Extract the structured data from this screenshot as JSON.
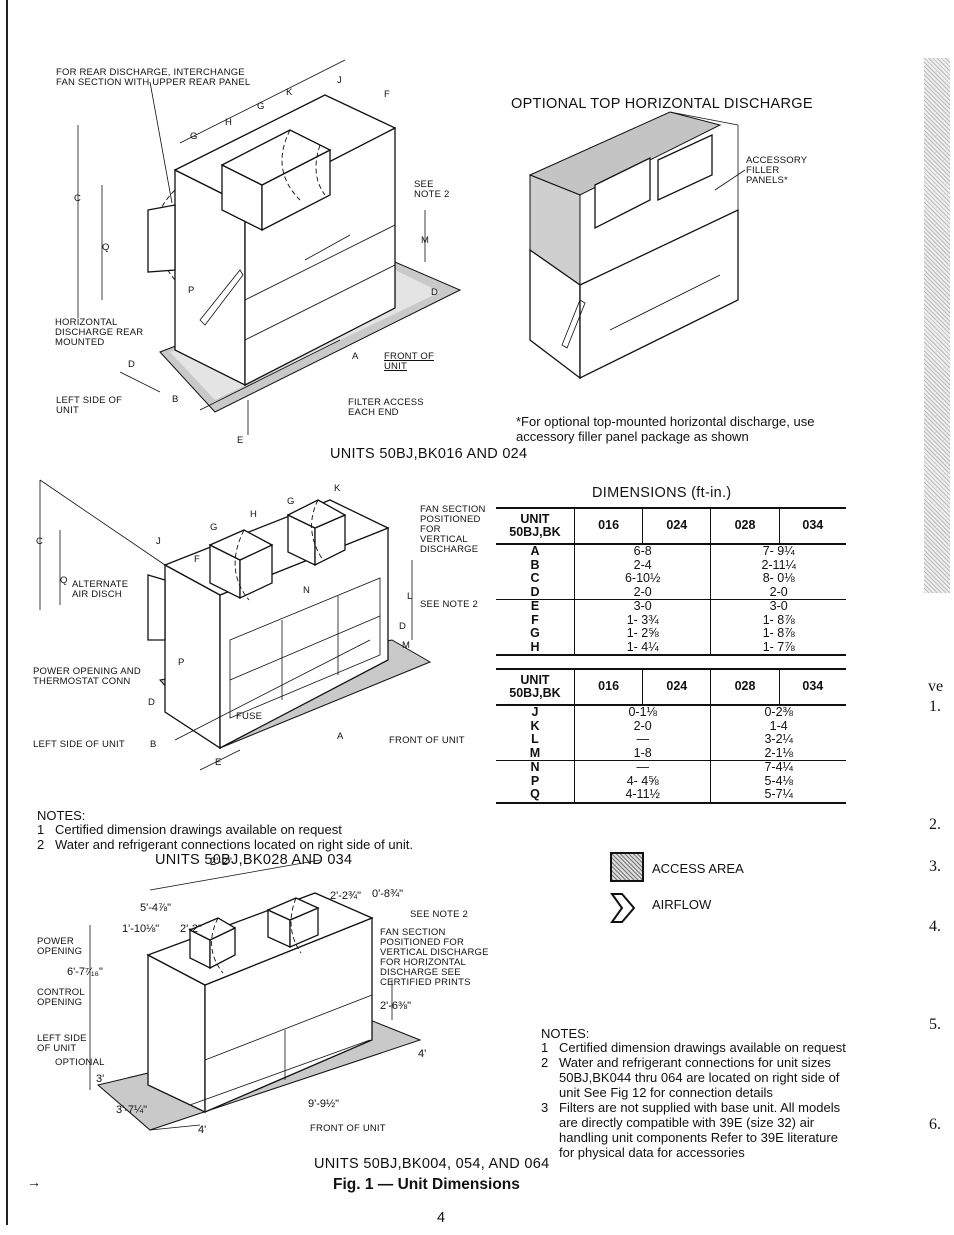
{
  "fig1": {
    "callouts": {
      "rear_discharge": "FOR REAR DISCHARGE, INTERCHANGE FAN SECTION WITH UPPER REAR PANEL",
      "see_note_2": "SEE NOTE 2",
      "horizontal_discharge": "HORIZONTAL DISCHARGE REAR MOUNTED",
      "left_side": "LEFT SIDE OF UNIT",
      "front_of_unit": "FRONT OF UNIT",
      "filter_access": "FILTER ACCESS EACH END"
    },
    "dim_letters": [
      "J",
      "K",
      "F",
      "G",
      "H",
      "G",
      "C",
      "Q",
      "M",
      "D",
      "P",
      "D",
      "A",
      "B",
      "E"
    ],
    "caption": "UNITS 50BJ,BK016 AND 024"
  },
  "optional_top": {
    "title": "OPTIONAL TOP HORIZONTAL DISCHARGE",
    "accessory": "ACCESSORY FILLER PANELS*",
    "footnote": "*For optional top-mounted horizontal discharge, use accessory filler panel package as shown"
  },
  "fig2": {
    "callouts": {
      "fan_section": "FAN SECTION POSITIONED FOR VERTICAL DISCHARGE",
      "see_note_2": "SEE NOTE 2",
      "alternate_air": "ALTERNATE AIR DISCH",
      "power_opening": "POWER OPENING AND THERMOSTAT CONN",
      "fuse": "FUSE",
      "left_side": "LEFT SIDE OF UNIT",
      "front_of_unit": "FRONT OF UNIT"
    },
    "dim_letters": [
      "K",
      "G",
      "H",
      "G",
      "J",
      "F",
      "C",
      "Q",
      "N",
      "L",
      "D",
      "M",
      "P",
      "D",
      "A",
      "B",
      "E"
    ],
    "notes_heading": "NOTES:",
    "notes": [
      {
        "num": "1",
        "text": "Certified dimension drawings available on request"
      },
      {
        "num": "2",
        "text": "Water and refrigerant connections located on right side of unit."
      }
    ],
    "caption": "UNITS 50BJ,BK028 AND 034"
  },
  "dimensions_table": {
    "title": "DIMENSIONS (ft-in.)",
    "header": [
      "UNIT 50BJ,BK",
      "016",
      "024",
      "028",
      "034"
    ],
    "group1": {
      "letters": [
        "A",
        "B",
        "C",
        "D"
      ],
      "left": [
        "6-8",
        "2-4",
        "6-10½",
        "2-0"
      ],
      "right": [
        "7- 9¼",
        "2-11¼",
        "8- 0⅛",
        "2-0"
      ]
    },
    "group2": {
      "letters": [
        "E",
        "F",
        "G",
        "H"
      ],
      "left": [
        "3-0",
        "1- 3¾",
        "1- 2⅝",
        "1- 4¼"
      ],
      "right": [
        "3-0",
        "1- 8⅞",
        "1- 8⅞",
        "1- 7⅞"
      ]
    },
    "group3": {
      "letters": [
        "J",
        "K",
        "L",
        "M"
      ],
      "left": [
        "0-1⅛",
        "2-0",
        "—",
        "1-8"
      ],
      "right": [
        "0-2⅜",
        "1-4",
        "3-2¼",
        "2-1⅛"
      ]
    },
    "group4": {
      "letters": [
        "N",
        "P",
        "Q"
      ],
      "left": [
        "—",
        "4- 4⅝",
        "4-11½"
      ],
      "right": [
        "7-4¼",
        "5-4⅛",
        "5-7¼"
      ]
    }
  },
  "legend": {
    "access_area": "ACCESS AREA",
    "airflow": "AIRFLOW"
  },
  "fig3": {
    "callouts": {
      "see_note_2": "SEE NOTE 2",
      "power_opening": "POWER OPENING",
      "control_opening": "CONTROL OPENING",
      "fan_section": "FAN SECTION POSITIONED FOR VERTICAL DISCHARGE FOR HORIZONTAL DISCHARGE SEE CERTIFIED PRINTS",
      "left_side": "LEFT SIDE OF UNIT",
      "optional": "OPTIONAL",
      "front_of_unit": "FRONT OF UNIT"
    },
    "dims": [
      "2'-2\"",
      "5'-4⅞\"",
      "1'-10⅛\"",
      "2'-2\"",
      "2'-2¾\"",
      "0'-8¾\"",
      "6'-7⁷⁄₁₆\"",
      "2'-6⅜\"",
      "3'",
      "3'-7¼\"",
      "9'-9½\"",
      "4'",
      "4'"
    ],
    "notes_heading": "NOTES:",
    "notes": [
      {
        "num": "1",
        "text": "Certified dimension drawings available on request"
      },
      {
        "num": "2",
        "text": "Water and refrigerant connections for unit sizes 50BJ,BK044 thru 064 are located on right side of unit See Fig 12 for connection details"
      },
      {
        "num": "3",
        "text": "Filters are not supplied with base unit. All models are directly compatible with 39E (size 32) air handling unit components Refer to 39E literature for physical data for accessories"
      }
    ],
    "caption": "UNITS 50BJ,BK004, 054, AND 064"
  },
  "figure_title": "Fig. 1 — Unit Dimensions",
  "page_number": "4",
  "margin_arrow": "→",
  "right_edge": [
    "ve",
    "1.",
    "2.",
    "3.",
    "4.",
    "5.",
    "6."
  ]
}
